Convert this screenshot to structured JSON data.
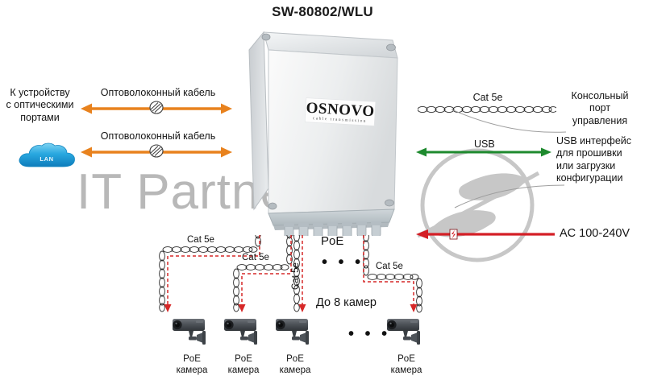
{
  "title": "SW-80802/WLU",
  "watermark": {
    "text": "IT Partner",
    "logo_name": "osnovo-circle-logo"
  },
  "device": {
    "brand": "OSNOVO",
    "tagline": "cable transmission",
    "type": "outdoor-enclosure-switch"
  },
  "left": {
    "optical_device_label": "К устройству\nс оптическими\nпортами",
    "lan_cloud_label": "LAN",
    "fiber_top_label": "Оптоволоконный кабель",
    "fiber_bottom_label": "Оптоволоконный кабель",
    "fiber_color": "#E8821E"
  },
  "right": {
    "cat5e_label": "Cat 5e",
    "console_label": "Консольный\nпорт\nуправления",
    "usb_arrow_label": "USB",
    "usb_desc_label": "USB интерфейс\nдля прошивки\nили загрузки\nконфигурации",
    "power_label": "AC 100-240V",
    "usb_color": "#1E8A2E",
    "power_color": "#D41F26"
  },
  "poe": {
    "poe_label": "PoE",
    "dots": "• • •",
    "max_cameras_label": "До 8 камер",
    "cable_labels": [
      "Cat 5e",
      "Cat 5e",
      "Cat 5e",
      "Cat 5e"
    ],
    "camera_label": "PoE\nкамера",
    "cameras": [
      {
        "label": "PoE\nкамера"
      },
      {
        "label": "PoE\nкамера"
      },
      {
        "label": "PoE\nкамера"
      },
      {
        "label": "PoE\nкамера"
      }
    ],
    "ellipsis": "• • •",
    "power_dash_color": "#D62828"
  }
}
